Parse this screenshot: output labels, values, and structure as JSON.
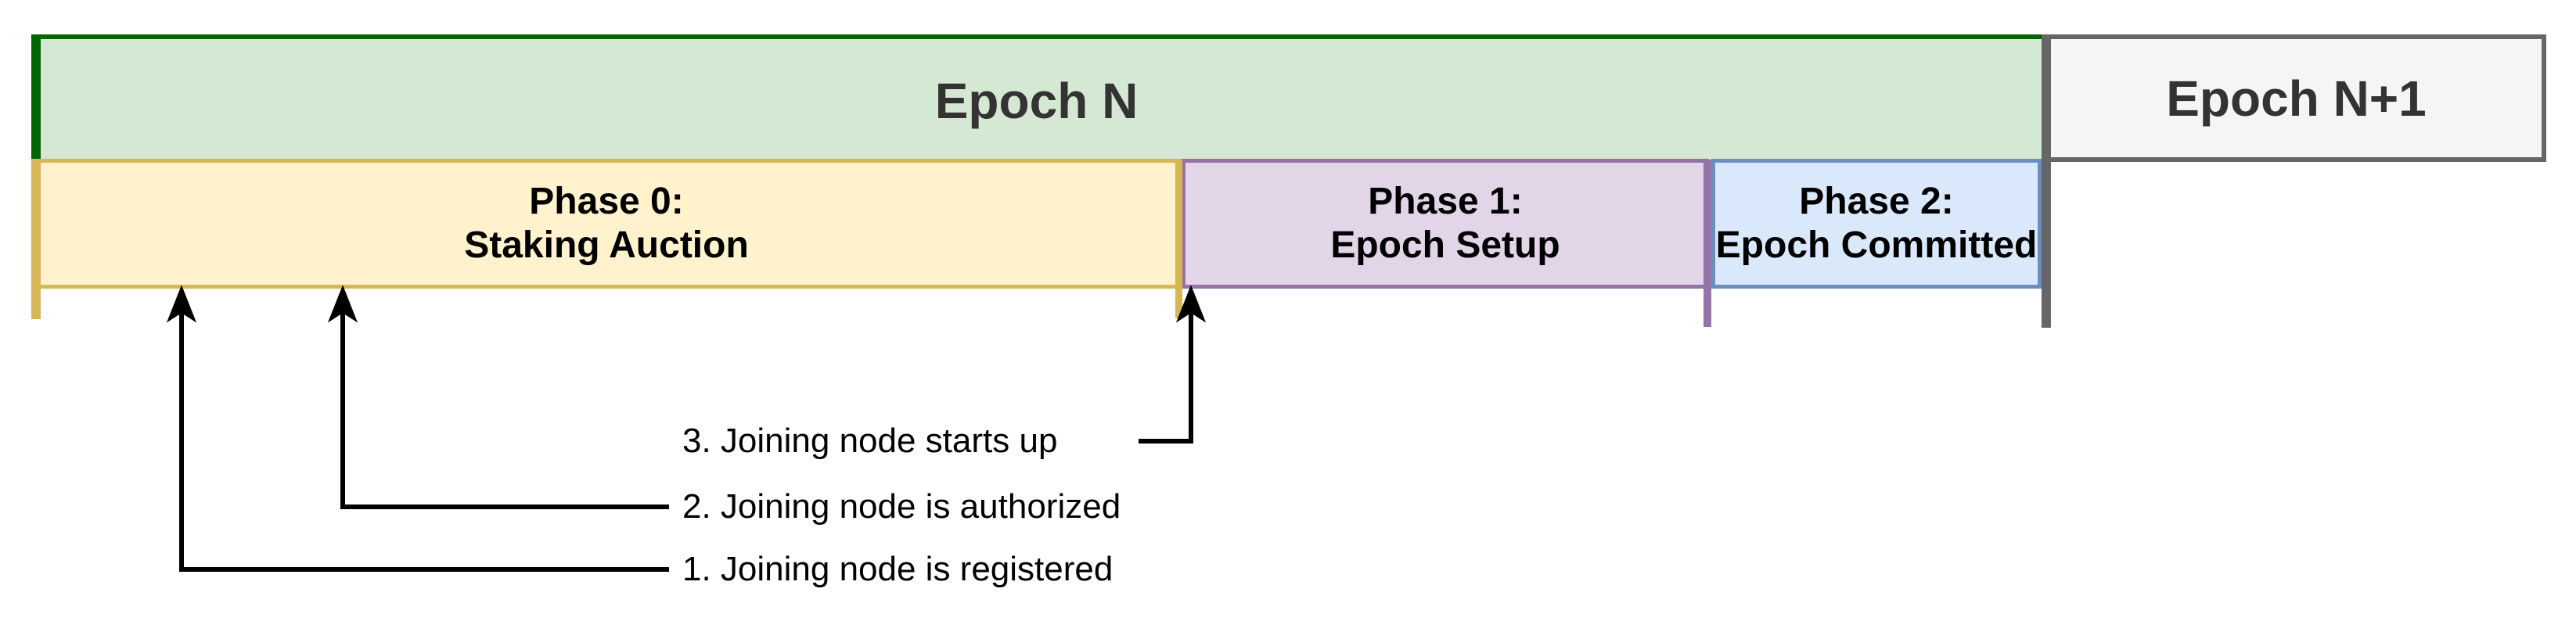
{
  "diagram": {
    "epoch_row": {
      "epoch_n": {
        "label": "Epoch N",
        "fill": "#d5e8d4",
        "border_color": "#006600",
        "text_color": "#333333"
      },
      "epoch_n_plus_1": {
        "label": "Epoch N+1",
        "fill": "#f5f5f5",
        "border_color": "#666666",
        "text_color": "#333333"
      }
    },
    "phase_row": [
      {
        "title": "Phase 0:",
        "subtitle": "Staking Auction",
        "fill": "#fff2cc",
        "border_color": "#d6b656"
      },
      {
        "title": "Phase 1:",
        "subtitle": "Epoch Setup",
        "fill": "#e1d5e7",
        "border_color": "#9673a6"
      },
      {
        "title": "Phase 2:",
        "subtitle": "Epoch Committed",
        "fill": "#dae8fc",
        "border_color": "#6c8ebf"
      }
    ],
    "annotations": [
      {
        "label": "1. Joining node is registered"
      },
      {
        "label": "2. Joining node is authorized"
      },
      {
        "label": "3. Joining node starts up"
      }
    ],
    "arrow_color": "#000000",
    "epoch_boundary_color": "#666666"
  }
}
